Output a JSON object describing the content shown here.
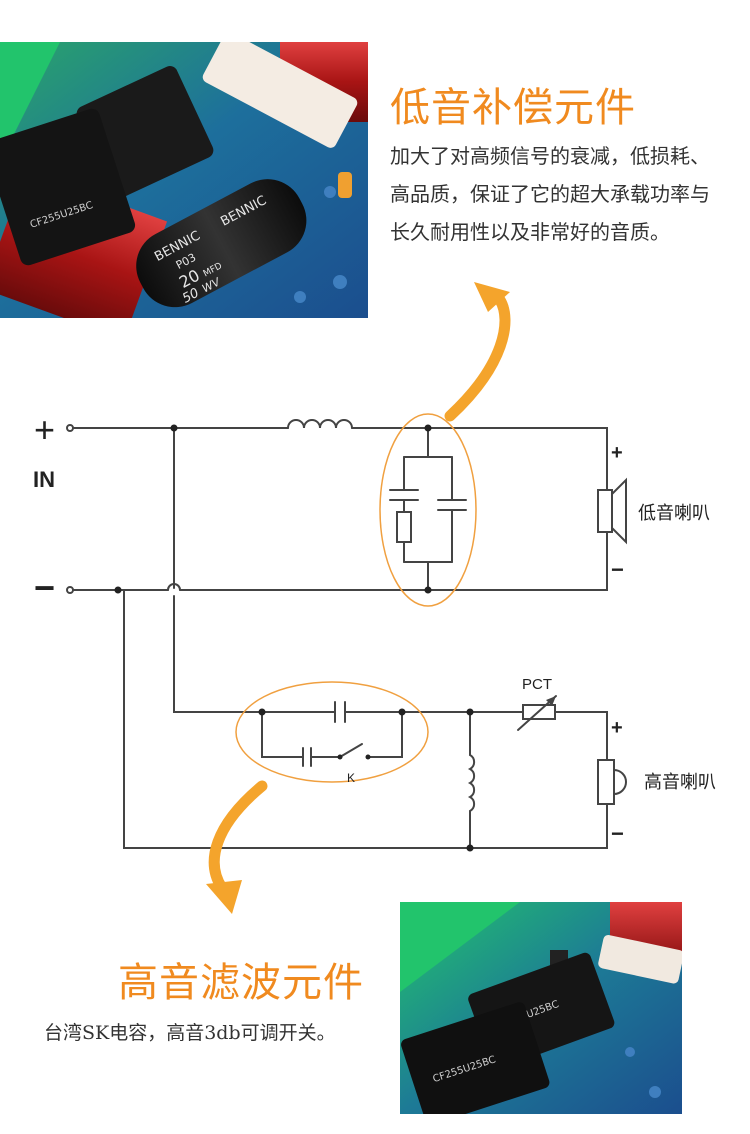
{
  "colors": {
    "accent": "#f08a1f",
    "pcb_green": "#1fbf7a",
    "pcb_blue": "#1c4f8f",
    "coil_red": "#c01c1c",
    "wire": "#444444"
  },
  "top_section": {
    "title": "低音补偿元件",
    "description": "加大了对高频信号的衰减，低损耗、高品质，保证了它的超大承载功率与长久耐用性以及非常好的音质。",
    "photo": {
      "capacitor_brand_1": "BENNIC",
      "capacitor_brand_2": "BENNIC",
      "capacitor_code": "P03",
      "capacitor_value": "20",
      "capacitor_unit": "MFD",
      "capacitor_voltage": "50",
      "capacitor_voltage_unit": "WV",
      "sk_cap_label": "CF255U25BC"
    }
  },
  "circuit": {
    "plus_symbol": "+",
    "minus_symbol": "−",
    "input_label": "IN",
    "woofer_plus": "+",
    "woofer_minus": "−",
    "woofer_label": "低音喇叭",
    "pct_label": "PCT",
    "switch_label": "K",
    "tweeter_plus": "+",
    "tweeter_minus": "−",
    "tweeter_label": "高音喇叭"
  },
  "bottom_section": {
    "title": "高音滤波元件",
    "description": "台湾SK电容，高音3db可调开关。",
    "photo": {
      "sk_cap_label_1": "CF255U25BC",
      "sk_cap_label_2": "CF255U25BC"
    }
  }
}
